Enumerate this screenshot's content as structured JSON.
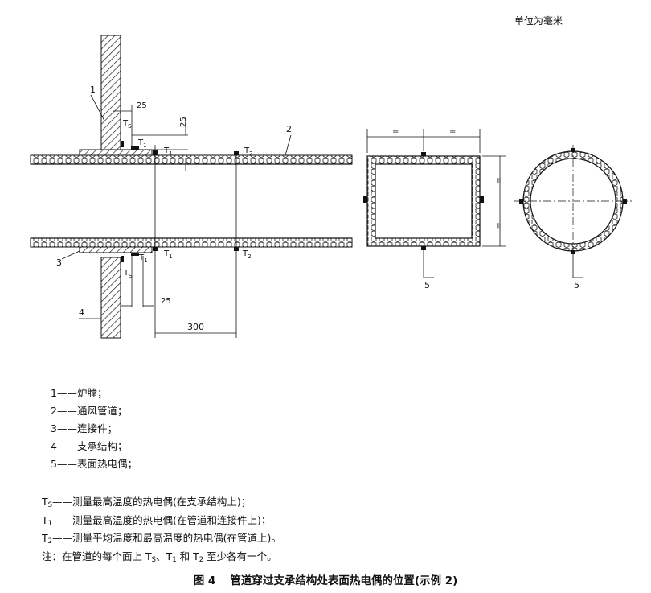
{
  "header": {
    "unit": "单位为毫米"
  },
  "diagram": {
    "callouts": [
      "1",
      "2",
      "3",
      "4",
      "5",
      "5"
    ],
    "dimensions": {
      "d25_top": "25",
      "d25_vert": "25",
      "d25_bottom": "25",
      "d300": "300",
      "equal": "="
    },
    "labels": {
      "ts": {
        "main": "T",
        "sub": "S"
      },
      "t1": {
        "main": "T",
        "sub": "1"
      },
      "t2": {
        "main": "T",
        "sub": "2"
      }
    }
  },
  "legend": {
    "items": [
      {
        "num": "1",
        "text": "炉膛；"
      },
      {
        "num": "2",
        "text": "通风管道；"
      },
      {
        "num": "3",
        "text": "连接件；"
      },
      {
        "num": "4",
        "text": "支承结构；"
      },
      {
        "num": "5",
        "text": "表面热电偶；"
      }
    ],
    "symbols": [
      {
        "main": "T",
        "sub": "S",
        "text": "测量最高温度的热电偶(在支承结构上)；"
      },
      {
        "main": "T",
        "sub": "1",
        "text": "测量最高温度的热电偶(在管道和连接件上)；"
      },
      {
        "main": "T",
        "sub": "2",
        "text": "测量平均温度和最高温度的热电偶(在管道上)。"
      }
    ],
    "note": {
      "prefix": "注：在管道的每个面上 ",
      "ts_main": "T",
      "ts_sub": "S",
      "sep1": "、",
      "t1_main": "T",
      "t1_sub": "1",
      "sep2": " 和 ",
      "t2_main": "T",
      "t2_sub": "2",
      "suffix": " 至少各有一个。"
    }
  },
  "caption": {
    "number": "图 4",
    "title": "管道穿过支承结构处表面热电偶的位置(示例 2)"
  }
}
